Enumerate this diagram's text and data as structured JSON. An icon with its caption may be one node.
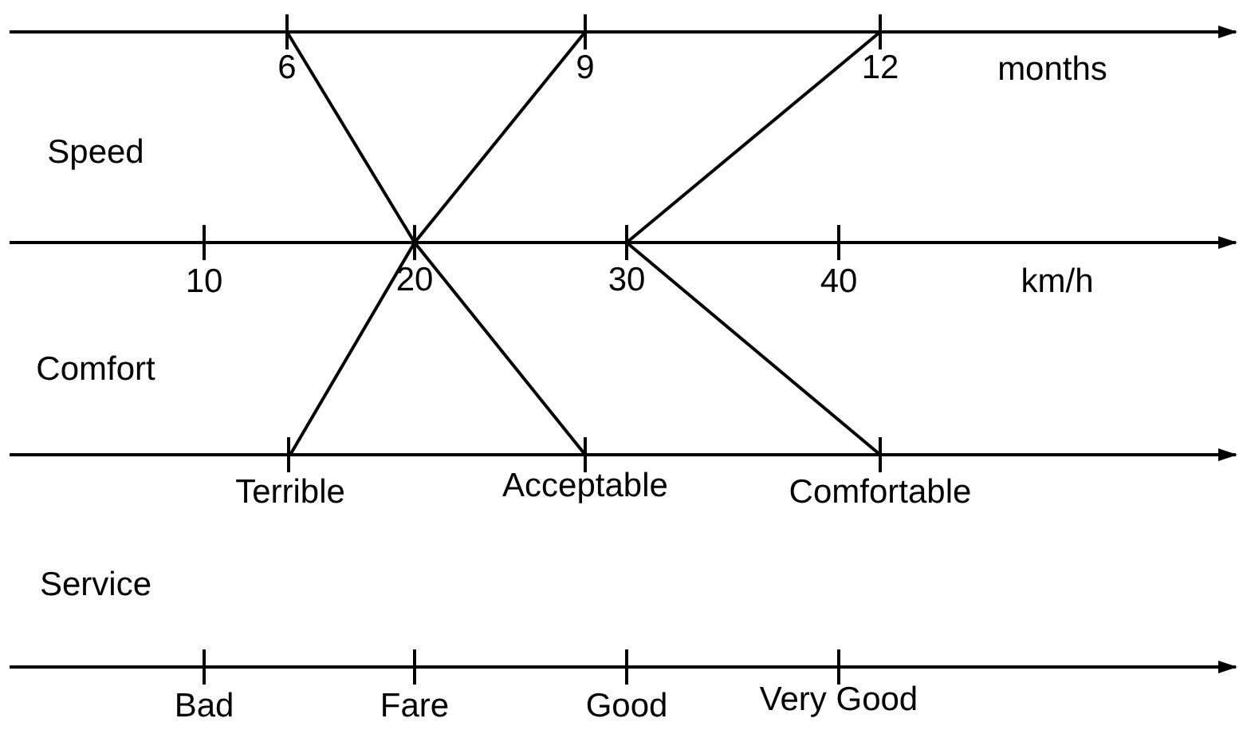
{
  "diagram": {
    "nodes": [
      {
        "text": [
          "6"
        ]
      },
      {
        "text": [
          "9"
        ]
      },
      {
        "text": [
          "12"
        ]
      },
      {
        "text": [
          "20"
        ]
      },
      {
        "text": [
          "30"
        ]
      },
      {
        "text": [
          "Terrible"
        ]
      },
      {
        "text": [
          "Acceptable"
        ]
      },
      {
        "text": [
          "Comfortable"
        ]
      }
    ],
    "edges": [
      {
        "from": 0,
        "to": 3,
        "arrow": "none"
      },
      {
        "from": 1,
        "to": 3,
        "arrow": "none"
      },
      {
        "from": 2,
        "to": 4,
        "arrow": "none"
      },
      {
        "from": 3,
        "to": 5,
        "arrow": "none"
      },
      {
        "from": 3,
        "to": 6,
        "arrow": "none"
      },
      {
        "from": 4,
        "to": 7,
        "arrow": "none"
      }
    ],
    "labels": [
      "months",
      "Speed",
      "10",
      "40",
      "km/h",
      "Comfort",
      "Service",
      "Bad",
      "Fare",
      "Good",
      "Very Good"
    ]
  }
}
